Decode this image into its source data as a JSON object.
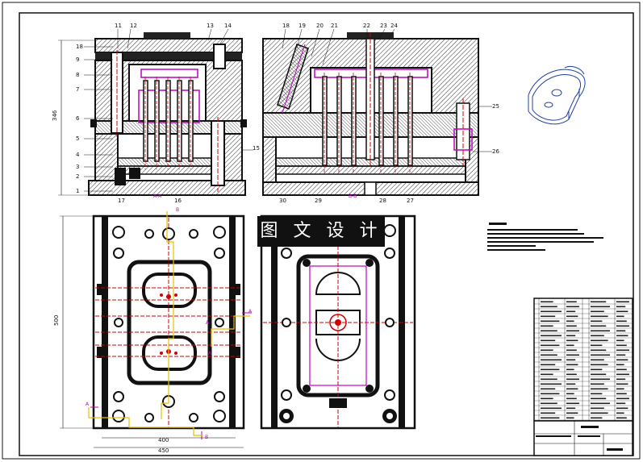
{
  "watermark": "图 文 设 计",
  "callouts_front_left": [
    "18",
    "9",
    "8",
    "7",
    "6",
    "5",
    "4",
    "3",
    "2",
    "1"
  ],
  "callouts_top_left": [
    "11",
    "12",
    "13",
    "14"
  ],
  "callouts_top_right": [
    "18",
    "19",
    "20",
    "21",
    "22",
    "23",
    "24"
  ],
  "callouts_right_side": [
    "25",
    "26"
  ],
  "callout_side_mid": "15",
  "callouts_bottom_left": [
    "17",
    "A-A",
    "16"
  ],
  "callouts_bottom_right": [
    "30",
    "29",
    "B-B",
    "28",
    "27"
  ],
  "section_marks": {
    "a": "A",
    "b": "B"
  },
  "dimension_vertical_left": "346",
  "dimension_plan_vertical": "500",
  "dimension_plan_bottom_1": "400",
  "dimension_plan_bottom_2": "450",
  "colors": {
    "line": "#111111",
    "hatch": "#333333",
    "section": "#c000c0",
    "runner": "#e8c000",
    "red": "#d00000",
    "blue": "#2040a0"
  }
}
